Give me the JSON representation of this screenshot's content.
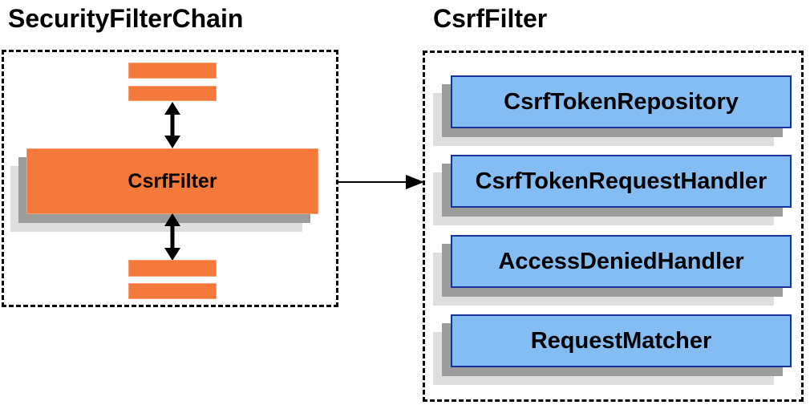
{
  "diagram": {
    "left_panel": {
      "title": "SecurityFilterChain",
      "filter_box_label": "CsrfFilter"
    },
    "right_panel": {
      "title": "CsrfFilter",
      "components": [
        "CsrfTokenRepository",
        "CsrfTokenRequestHandler",
        "AccessDeniedHandler",
        "RequestMatcher"
      ]
    }
  },
  "colors": {
    "orange": "#F4793B",
    "orange-border": "#F79E6C",
    "blue": "#84BCF4",
    "blue-border": "#17339B",
    "shadow-dark": "#9C9C9C",
    "shadow-light": "#DEDEDE",
    "line": "#000000"
  }
}
